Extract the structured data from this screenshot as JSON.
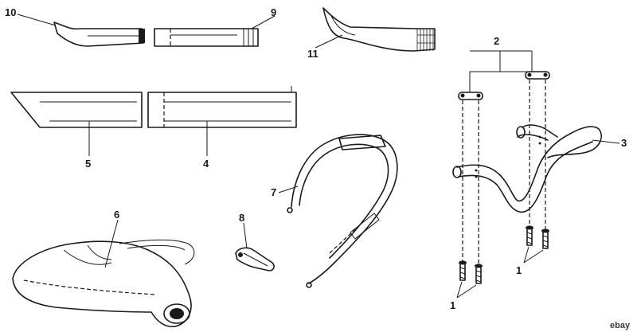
{
  "diagram": {
    "callouts": {
      "c1a": "1",
      "c1b": "1",
      "c2": "2",
      "c3": "3",
      "c4": "4",
      "c5": "5",
      "c6": "6",
      "c7": "7",
      "c8": "8",
      "c9": "9",
      "c10": "10",
      "c11": "11"
    },
    "watermark": "ebay"
  }
}
